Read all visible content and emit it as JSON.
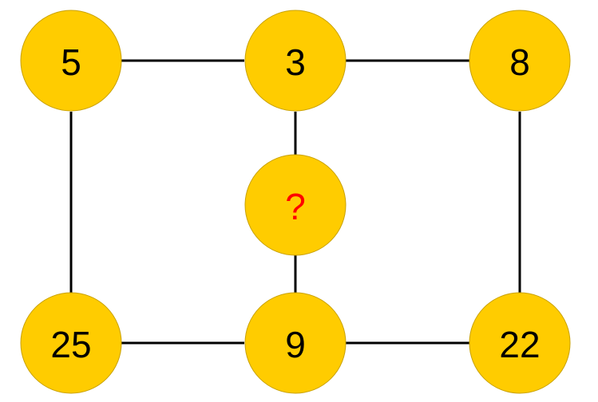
{
  "colors": {
    "node_fill": "#FFCC00",
    "edge": "#000000",
    "number_text": "#000000",
    "unknown_text": "#FF0000"
  },
  "nodes": {
    "top_left": "5",
    "top_middle": "3",
    "top_right": "8",
    "center": "?",
    "bottom_left": "25",
    "bottom_middle": "9",
    "bottom_right": "22"
  },
  "edges": [
    [
      "top_left",
      "top_middle"
    ],
    [
      "top_middle",
      "top_right"
    ],
    [
      "top_left",
      "bottom_left"
    ],
    [
      "top_right",
      "bottom_right"
    ],
    [
      "top_middle",
      "center"
    ],
    [
      "center",
      "bottom_middle"
    ],
    [
      "bottom_left",
      "bottom_middle"
    ],
    [
      "bottom_middle",
      "bottom_right"
    ]
  ]
}
